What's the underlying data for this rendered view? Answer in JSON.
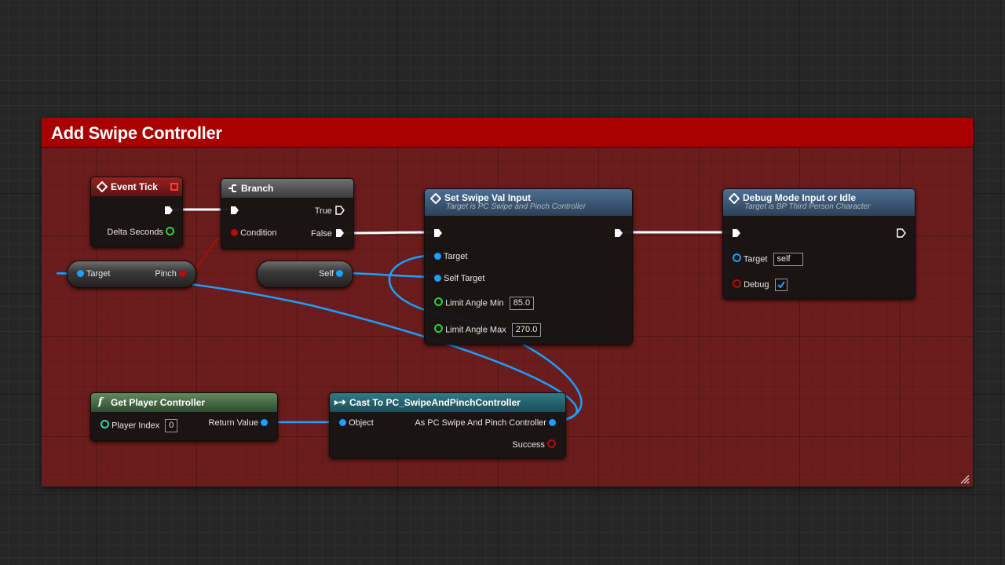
{
  "comment": {
    "title": "Add Swipe Controller"
  },
  "colors": {
    "comment_title": "#a80000",
    "comment_body": "#6b1c1c",
    "object_pin": "#1aa0ff",
    "bool_pin": "#b50c0c",
    "float_pin": "#2fd32f",
    "int_pin": "#32d6a6"
  },
  "nodes": {
    "event_tick": {
      "title": "Event Tick",
      "delta_seconds": "Delta Seconds",
      "icon": "event-diamond-icon"
    },
    "branch": {
      "title": "Branch",
      "condition": "Condition",
      "true_label": "True",
      "false_label": "False",
      "icon": "branch-icon"
    },
    "target_pinch": {
      "target": "Target",
      "pinch": "Pinch"
    },
    "self_var": {
      "label": "Self"
    },
    "set_swipe": {
      "title": "Set Swipe Val Input",
      "subtitle": "Target is PC Swipe and Pinch Controller",
      "target": "Target",
      "self_target": "Self Target",
      "limit_min_label": "Limit Angle Min",
      "limit_min_value": "85.0",
      "limit_max_label": "Limit Angle Max",
      "limit_max_value": "270.0"
    },
    "debug_mode": {
      "title": "Debug Mode Input or Idle",
      "subtitle": "Target is BP Third Person Character",
      "target": "Target",
      "target_value": "self",
      "debug": "Debug",
      "debug_checked": true
    },
    "get_player_controller": {
      "title": "Get Player Controller",
      "player_index": "Player Index",
      "player_index_value": "0",
      "return_value": "Return Value",
      "icon": "function-icon"
    },
    "cast": {
      "title": "Cast To PC_SwipeAndPinchController",
      "object": "Object",
      "as_label": "As PC Swipe And Pinch Controller",
      "success": "Success",
      "icon": "cast-arrow-icon"
    }
  }
}
